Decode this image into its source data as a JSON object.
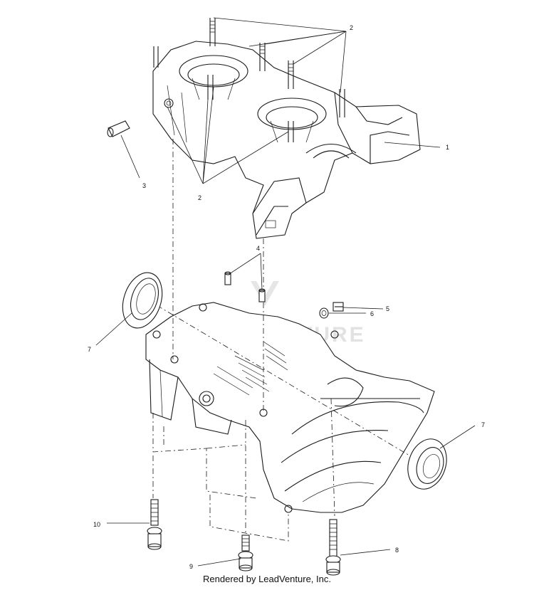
{
  "callouts": {
    "c1": "1",
    "c2a": "2",
    "c2b": "2",
    "c3": "3",
    "c4": "4",
    "c5": "5",
    "c6": "6",
    "c7a": "7",
    "c7b": "7",
    "c8": "8",
    "c9": "9",
    "c10": "10"
  },
  "watermark": "ADVENTURE",
  "footer": "Rendered by LeadVenture, Inc."
}
